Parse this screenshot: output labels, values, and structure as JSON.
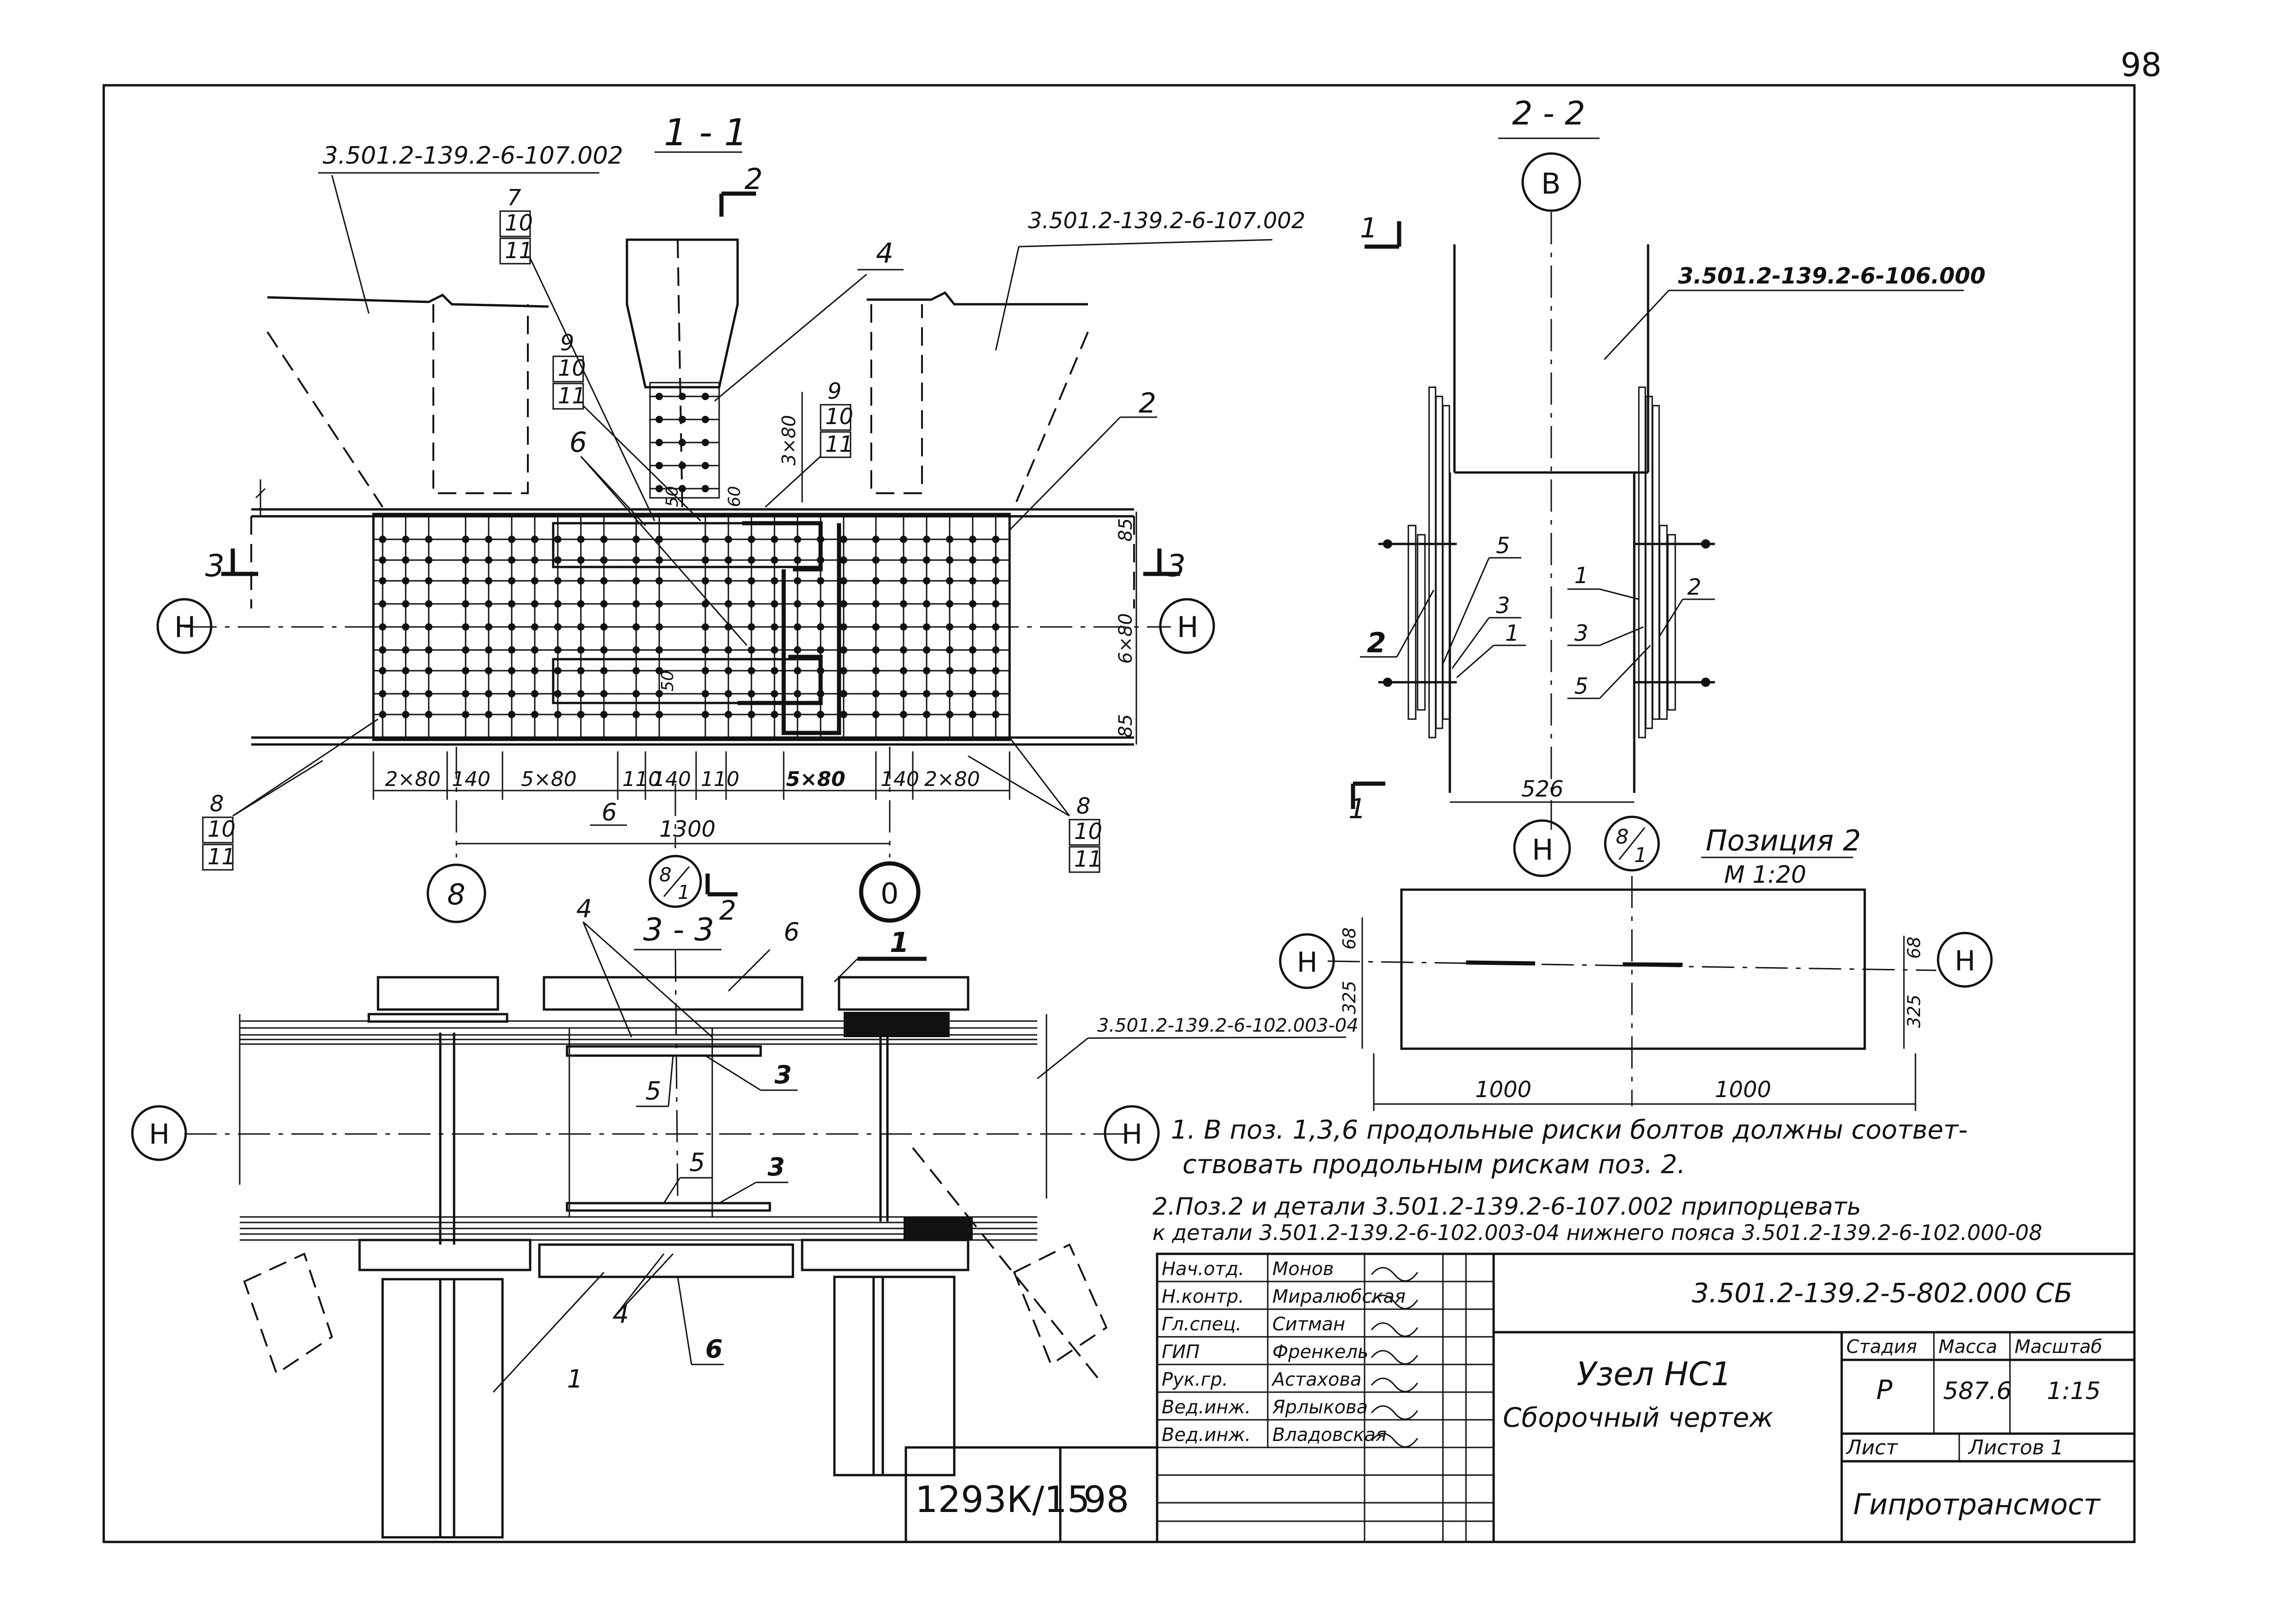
{
  "page_number": "98",
  "section_1_1": {
    "title": "1 - 1",
    "ref_left": "3.501.2-139.2-6-107.002",
    "ref_right": "3.501.2-139.2-6-107.002",
    "cut_mark_top": "2",
    "cut_mark_left": "3",
    "cut_mark_right": "3",
    "axis_left": "Н",
    "axis_right": "Н",
    "pos_4": "4",
    "pos_2": "2",
    "pos_6": "6",
    "stack_7": [
      "7",
      "10",
      "11"
    ],
    "stack_9a": [
      "9",
      "10",
      "11"
    ],
    "stack_9b": [
      "9",
      "10",
      "11"
    ],
    "stack_8a": [
      "8",
      "10",
      "11"
    ],
    "stack_8b": [
      "8",
      "10",
      "11"
    ],
    "dim_3x80": "3×80",
    "dim_50a": "50",
    "dim_50b": "50",
    "dim_60": "60",
    "dim_85a": "85",
    "dim_85b": "85",
    "dim_6x80": "6×80",
    "dims_bottom": [
      "2×80",
      "140",
      "5×80",
      "110",
      "140",
      "110",
      "5×80",
      "140",
      "2×80"
    ],
    "dim_pos_6": "6",
    "dim_1300": "1300",
    "axis_8": "8",
    "axis_0": "0",
    "axis_frac_top": "8",
    "axis_frac_bottom": "1",
    "cut_mark_bottom": "2"
  },
  "section_2_2": {
    "title": "2 - 2",
    "axis_top": "В",
    "ref": "3.501.2-139.2-6-106.000",
    "cut_mark": "1",
    "cut_mark_bottom": "1",
    "labels_left": [
      "5",
      "3",
      "1",
      "2"
    ],
    "labels_right": [
      "1",
      "3",
      "5",
      "2"
    ],
    "dim_526": "526",
    "axis_bottom": "Н",
    "axis_frac_top": "8",
    "axis_frac_bottom": "1"
  },
  "position_2": {
    "title": "Позиция 2",
    "scale": "М 1:20",
    "axis_left": "Н",
    "axis_right": "Н",
    "dim_68a": "68",
    "dim_68b": "68",
    "dim_325a": "325",
    "dim_325b": "325",
    "dim_1000a": "1000",
    "dim_1000b": "1000"
  },
  "section_3_3": {
    "title": "3 - 3",
    "ref": "3.501.2-139.2-6-102.003-04",
    "axis_left": "Н",
    "axis_right": "Н",
    "pos_4_top": "4",
    "pos_6_top": "6",
    "pos_1_top": "1",
    "pos_3_top": "3",
    "pos_5a": "5",
    "pos_5b": "5",
    "pos_3b": "3",
    "pos_4_bottom": "4",
    "pos_6_bottom": "6",
    "pos_1_bottom": "1"
  },
  "notes": {
    "line1": "1. В поз. 1,3,6 продольные риски болтов должны соответ-",
    "line2": "ствовать продольным рискам поз. 2.",
    "line3": "2.Поз.2  и детали 3.501.2-139.2-6-107.002  припорцевать",
    "line4": "к детали 3.501.2-139.2-6-102.003-04 нижнего пояса 3.501.2-139.2-6-102.000-08"
  },
  "title_block": {
    "document_code": "3.501.2-139.2-5-802.000 СБ",
    "item_title": "Узел НС1",
    "item_subtitle": "Сборочный чертеж",
    "stage_label": "Стадия",
    "mass_label": "Масса",
    "scale_label": "Масштаб",
    "stage_value": "Р",
    "mass_value": "587.6",
    "scale_value": "1:15",
    "sheet_label": "Лист",
    "sheets_label": "Листов 1",
    "organization": "Гипротрансмост",
    "album_code": "1293К/15",
    "album_sheet": "98",
    "staff": [
      {
        "role": "Нач.отд.",
        "name": "Монов"
      },
      {
        "role": "Н.контр.",
        "name": "Миралюбская"
      },
      {
        "role": "Гл.спец.",
        "name": "Ситман"
      },
      {
        "role": "ГИП",
        "name": "Френкель"
      },
      {
        "role": "Рук.гр.",
        "name": "Астахова"
      },
      {
        "role": "Вед.инж.",
        "name": "Ярлыкова"
      },
      {
        "role": "Вед.инж.",
        "name": "Владовская"
      }
    ]
  }
}
